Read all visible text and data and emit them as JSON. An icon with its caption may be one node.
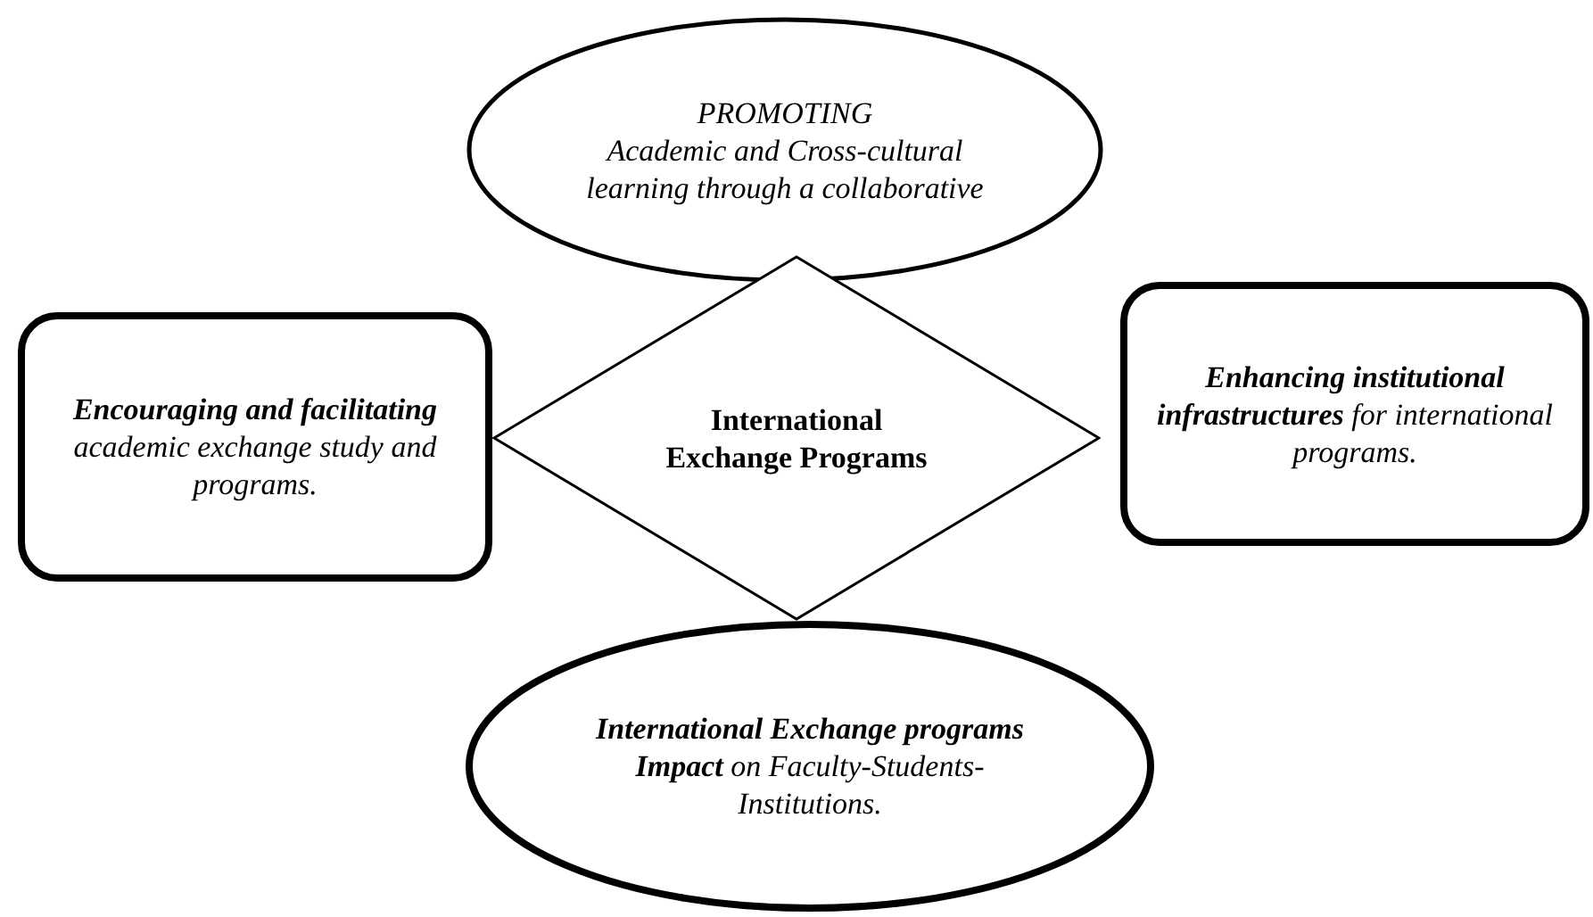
{
  "diagram": {
    "nodes": [
      {
        "text": [
          "PROMOTING",
          "Academic and Cross-cultural learning through a collaborative"
        ]
      },
      {
        "text": [
          "**Encouraging and facilitating** academic exchange study and programs."
        ]
      },
      {
        "text": [
          "International Exchange Programs"
        ]
      },
      {
        "text": [
          "**Enhancing institutional infrastructures** for international programs."
        ]
      },
      {
        "text": [
          "**International Exchange programs Impact** on Faculty-Students-Institutions."
        ]
      }
    ],
    "edges": []
  }
}
